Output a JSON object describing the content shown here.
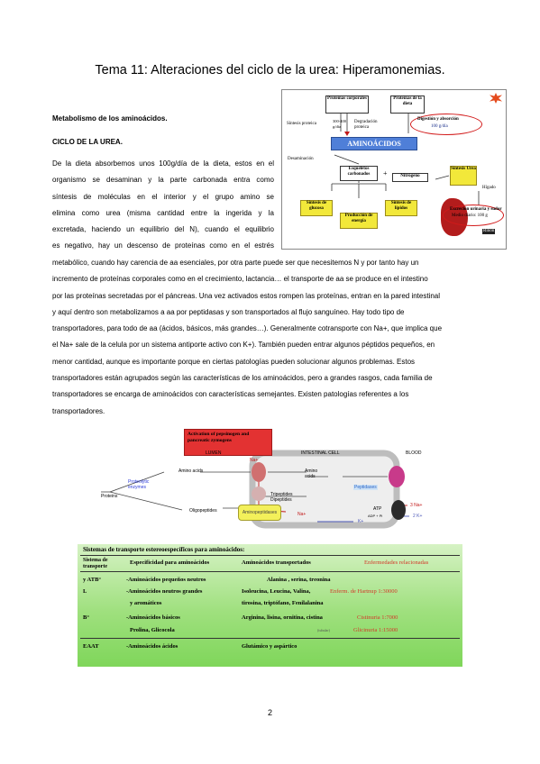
{
  "title": "Tema 11: Alteraciones del ciclo de la urea: Hiperamonemias.",
  "heading1": "Metabolismo de los aminoácidos.",
  "heading2": "CICLO DE LA UREA.",
  "paragraph1_lines": [
    "De la dieta absorbemos unos 100g/día de la dieta, estos en el",
    "organismo se desaminan y la parte carbonada entra como",
    "síntesis de moléculas en el interior y el grupo amino se",
    "elimina como urea (misma cantidad entre la ingerida y la",
    "excretada, haciendo un equilibrio del N), cuando el equilibrio",
    "es negativo, hay un descenso de proteínas como en el estrés"
  ],
  "paragraph2_lines": [
    "metabólico, cuando hay carencia de aa esenciales, por otra parte puede ser que necesitemos N y por tanto hay un",
    "incremento de proteínas corporales como en el crecimiento, lactancia… el transporte de aa se produce en el intestino",
    "por las proteínas secretadas por el páncreas. Una vez activados estos rompen las proteínas, entran en la pared intestinal",
    "y aquí dentro son metabolizamos a aa por peptidasas y son transportados al flujo sanguíneo. Hay todo tipo de",
    "transportadores, para todo de aa (ácidos, básicos, más grandes…). Generalmente cotransporte con Na+, que implica que",
    "el Na+ sale de la celula por un sistema antiporte activo con K+). También pueden entrar algunos péptidos pequeños, en",
    "menor cantidad, aunque es importante porque en ciertas patologías pueden solucionar algunos problemas. Estos",
    "transportadores están agrupados según las características de los aminoácidos, pero a grandes rasgos, cada familia de",
    "transportadores se encarga de aminoácidos con características semejantes. Existen patologías referentes a los",
    "transportadores."
  ],
  "page_number": "2",
  "figure1": {
    "prot_corporales": "Proteínas corporales",
    "prot_dieta": "Proteínas de la dieta",
    "sintesis_proteica": "Síntesis proteica",
    "cantidad": "300-400 g/día",
    "degradacion": "Degradación proteica",
    "digestion": "Digestión y absorción",
    "digestion_amount": "100 g/día",
    "aminoacidos": "AMINOÁCIDOS",
    "desaminacion": "Desaminación",
    "esqueletos": "Esqueletos carbonados",
    "mas": "+",
    "nitrogeno": "Nitrógeno",
    "ciclo_urea": "Síntesis Urea",
    "higado": "Hígado",
    "sintesis_glucosa": "Síntesis de glucosa",
    "produccion_energia": "Producción de energía",
    "sintesis_lipidos": "Síntesis de lípidos",
    "excrecion": "Excreción urinaria y sudor",
    "excrecion_amount": "Medio diario: 100 g",
    "rinon": "Riñón"
  },
  "figure2": {
    "activation": "Activation of pepsinogen and pancreatic zymogens",
    "lumen": "LUMEN",
    "intestinal_cell": "INTESTINAL CELL",
    "blood": "BLOOD",
    "proteins": "Proteins",
    "proteolytic": "Proteolytic enzymes",
    "amino_acids_left": "Amino acids",
    "amino_acids_cell": "Amino acids",
    "oligopeptides": "Oligopeptides",
    "aminopeptidases": "Aminopeptidases",
    "tripeptides": "Tripeptides Dipeptides",
    "peptidases": "Peptidases",
    "na_plus_1": "Na+",
    "na_plus_2": "Na+",
    "three_na": "3 Na+",
    "atp": "ATP",
    "adp": "ADP + Pi",
    "two_k": "2 K+",
    "k_plus": "K+"
  },
  "table": {
    "title": "Sistemas de transporte estereoespecíficos para aminoácidos:",
    "h_sistema": "Sistema de transporte",
    "h_especificidad": "Especificidad para aminoácidos",
    "h_transportados": "Aminoácidos transportados",
    "h_enfermedades": "Enfermedades relacionadas",
    "r1_sys": "y ATB°",
    "r1_spec": "-Aminoácidos pequeños neutros",
    "r1_aa": "Alanina , serina, treonina",
    "r2_sys": "L",
    "r2_spec": "-Aminoácidos neutros grandes",
    "r2_spec2": "y aromáticos",
    "r2_aa": "Isoleucina, Leucina, Valina,",
    "r2_aa2": "tirosina, triptófano, Fenilalanina",
    "r2_dis": "Enferm. de Hartnup 1:30000",
    "r3_sys": "B°",
    "r3_spec": "-Aminoácidos básicos",
    "r3_spec2": "Prolina, Glicocola",
    "r3_aa": "Arginina, lisina, ornitina, cistina",
    "r3_dis": "Cistinuria 1:7000",
    "r3_note": "(tubular)",
    "r3_dis2": "Glicinuria 1:15000",
    "r4_sys": "EAAT",
    "r4_spec": "-Aminoácidos ácidos",
    "r4_aa": "Glutámico y aspártico"
  }
}
